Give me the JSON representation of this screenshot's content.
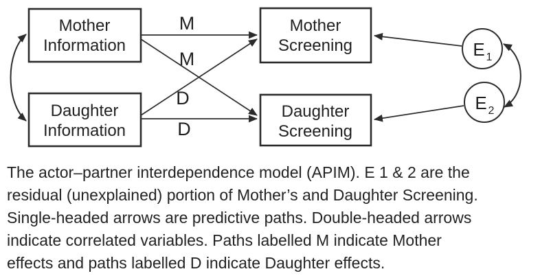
{
  "diagram": {
    "nodes": {
      "mother_information": {
        "line1": "Mother",
        "line2": "Information"
      },
      "daughter_information": {
        "line1": "Daughter",
        "line2": "Information"
      },
      "mother_screening": {
        "line1": "Mother",
        "line2": "Screening"
      },
      "daughter_screening": {
        "line1": "Daughter",
        "line2": "Screening"
      },
      "e1": {
        "label": "E",
        "sub": "1"
      },
      "e2": {
        "label": "E",
        "sub": "2"
      }
    },
    "path_labels": {
      "mother_actor": "M",
      "mother_partner": "M",
      "daughter_partner": "D",
      "daughter_actor": "D"
    },
    "colors": {
      "line": "#2b2b2b",
      "box_border": "#2b2b2b",
      "text": "#1f1f1f",
      "background": "#ffffff"
    }
  },
  "caption": {
    "lines": [
      "The actor–partner interdependence model (APIM). E 1 & 2 are the",
      "residual (unexplained) portion of Mother’s and Daughter Screening.",
      "Single-headed arrows are predictive paths. Double-headed arrows",
      "indicate correlated variables. Paths labelled M indicate Mother",
      "effects and paths labelled D indicate Daughter effects."
    ]
  }
}
